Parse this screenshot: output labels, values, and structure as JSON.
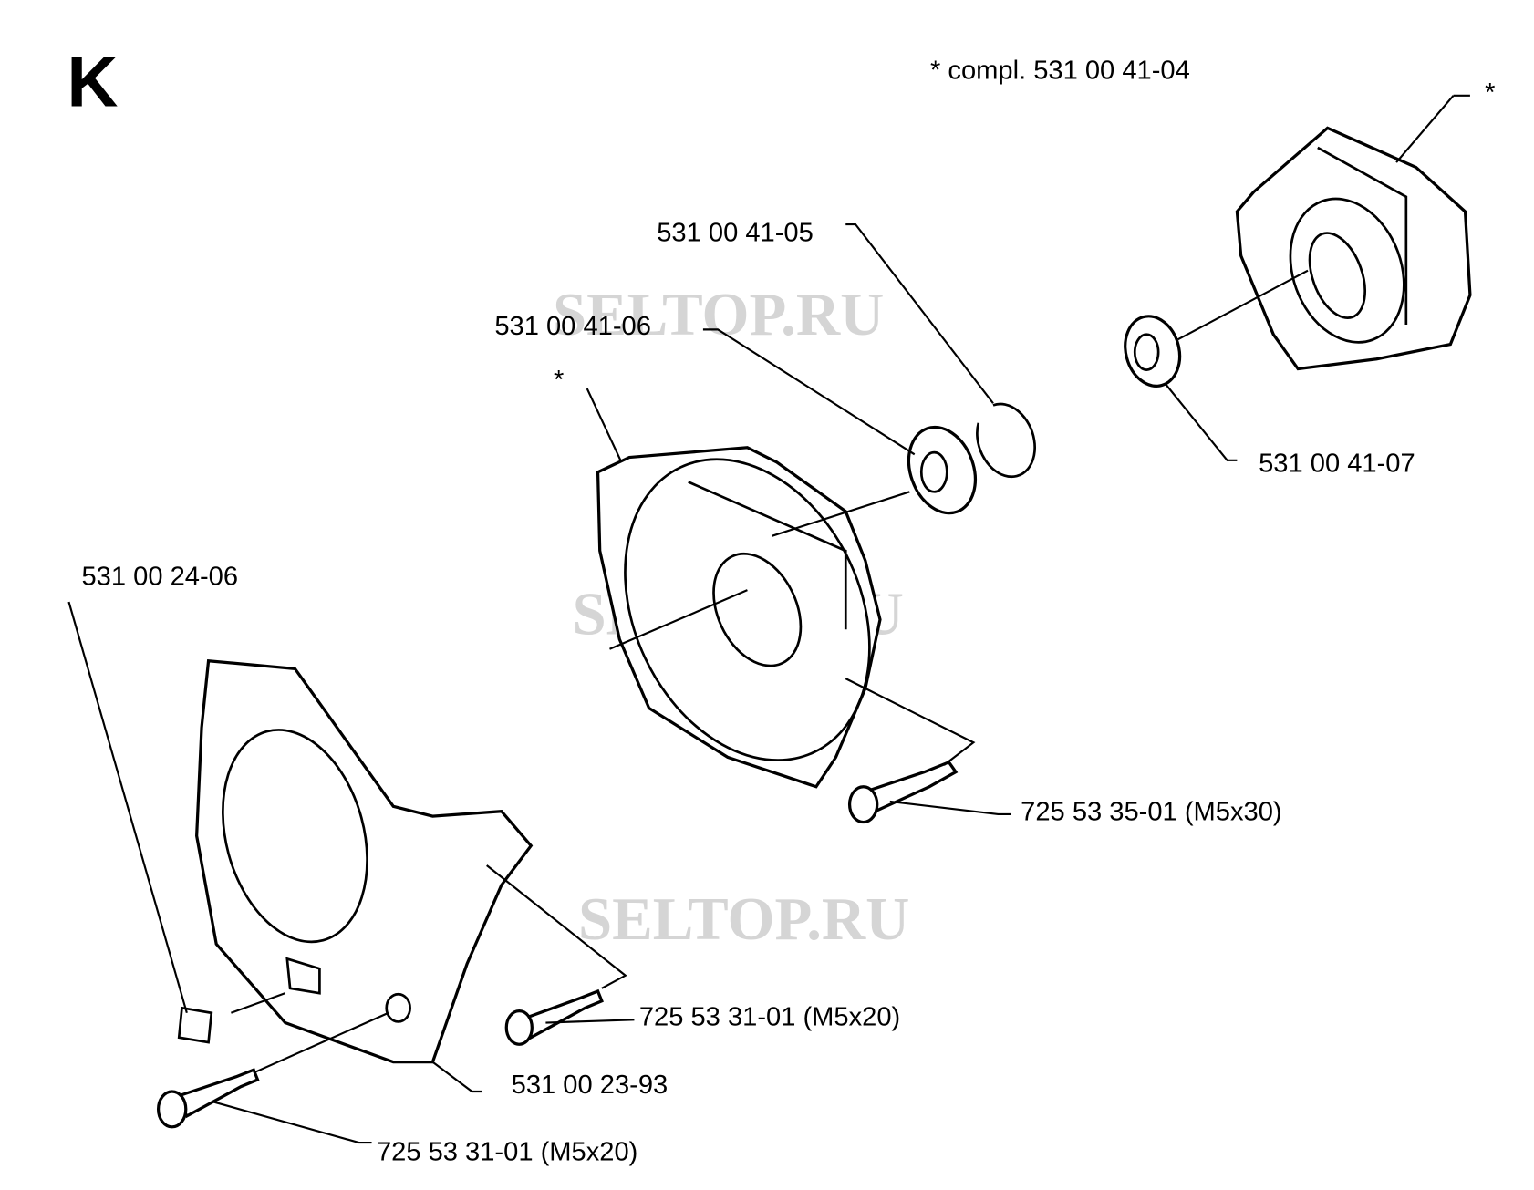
{
  "section_letter": "K",
  "note": "*  compl. 531 00 41-04",
  "asterisk": "*",
  "watermark": "SELTOP.RU",
  "parts": {
    "p1": "531 00 41-05",
    "p2": "531 00 41-06",
    "p3": "531 00 41-07",
    "p4": "531 00 24-06",
    "p5": "725 53 35-01 (M5x30)",
    "p6": "725 53 31-01 (M5x20)",
    "p7": "531 00 23-93",
    "p8": "725 53 31-01 (M5x20)"
  }
}
